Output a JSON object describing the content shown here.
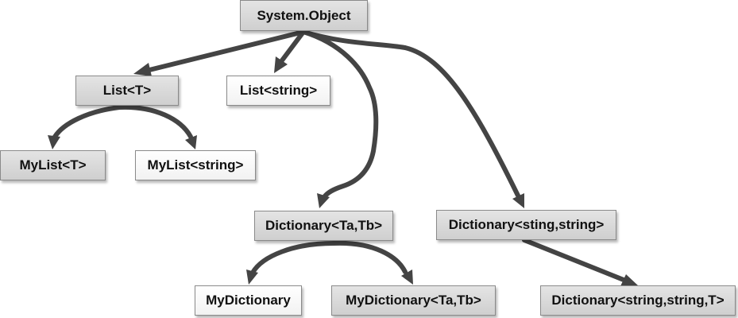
{
  "nodes": {
    "system_object": "System.Object",
    "list_t": "List<T>",
    "list_string": "List<string>",
    "mylist_t": "MyList<T>",
    "mylist_string": "MyList<string>",
    "dictionary_ta_tb": "Dictionary<Ta,Tb>",
    "dictionary_sting_string": "Dictionary<sting,string>",
    "mydictionary": "MyDictionary",
    "mydictionary_ta_tb": "MyDictionary<Ta,Tb>",
    "dictionary_string_string_t": "Dictionary<string,string,T>"
  },
  "edges": [
    {
      "from": "System.Object",
      "to": "List<T>"
    },
    {
      "from": "System.Object",
      "to": "List<string>"
    },
    {
      "from": "System.Object",
      "to": "Dictionary<Ta,Tb>"
    },
    {
      "from": "System.Object",
      "to": "Dictionary<sting,string>"
    },
    {
      "from": "List<T>",
      "to": "MyList<T>"
    },
    {
      "from": "List<T>",
      "to": "MyList<string>"
    },
    {
      "from": "Dictionary<Ta,Tb>",
      "to": "MyDictionary"
    },
    {
      "from": "Dictionary<Ta,Tb>",
      "to": "MyDictionary<Ta,Tb>"
    },
    {
      "from": "Dictionary<sting,string>",
      "to": "Dictionary<string,string,T>"
    }
  ]
}
